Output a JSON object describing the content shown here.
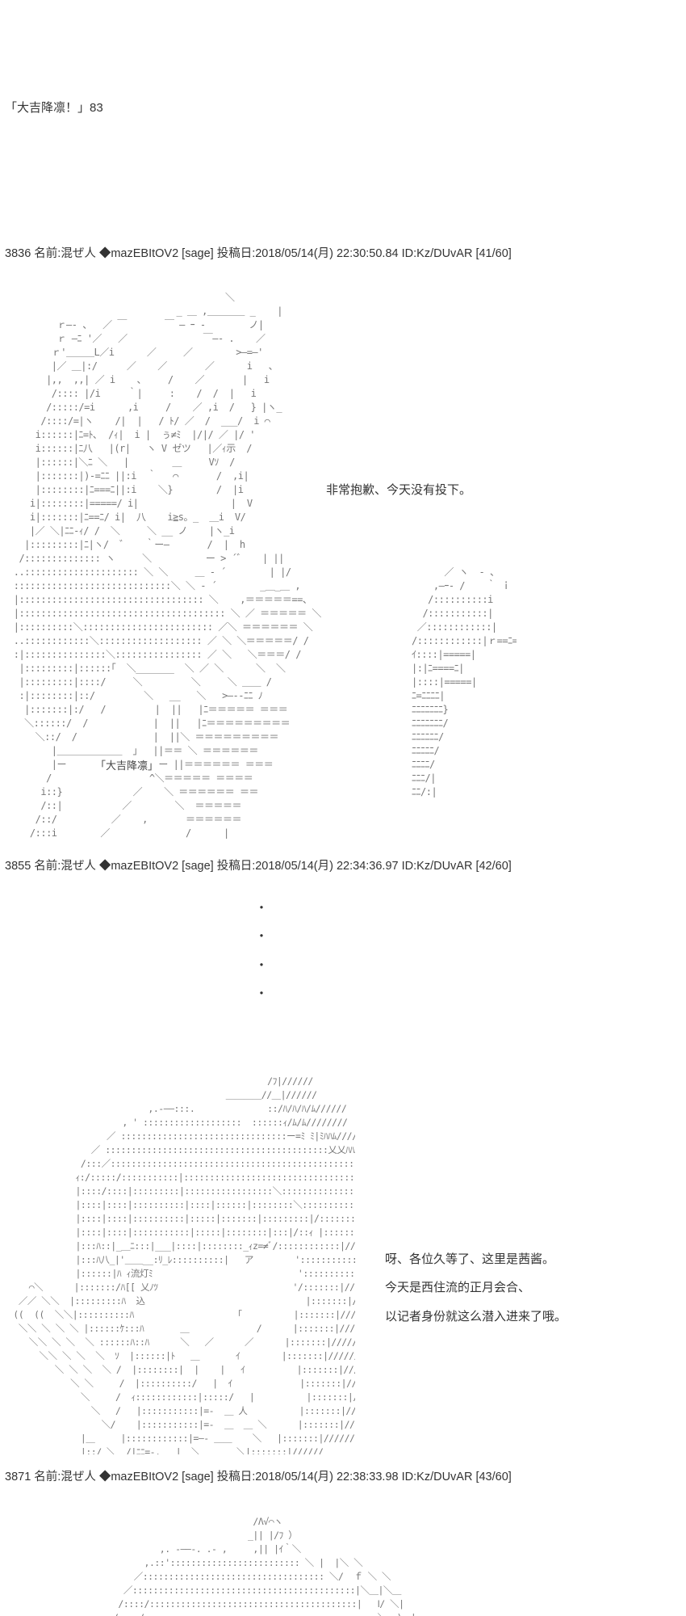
{
  "intro_line": "「大吉降凛！」83",
  "posts": [
    {
      "header": "3836 名前:混ぜ人 ◆mazEBItOV2 [sage] 投稿日:2018/05/14(月) 22:30:50.84 ID:Kz/DUvAR [41/60]",
      "speech": [
        "非常抱歉、今天没有投下。"
      ],
      "sign_label": "「大吉降凛」"
    },
    {
      "header": "3855 名前:混ぜ人 ◆mazEBItOV2 [sage] 投稿日:2018/05/14(月) 22:34:36.97 ID:Kz/DUvAR [42/60]",
      "dots": [
        "・",
        "・",
        "・",
        "・"
      ],
      "speech": [
        "呀、各位久等了、这里是茜酱。",
        "今天是西住流的正月会合、",
        "以记者身份就这么潜入进来了哦。"
      ],
      "caption_bits": [
        "ｨ流灯ﾐ",
        "乂乂",
        "込"
      ]
    },
    {
      "header": "3871 名前:混ぜ人 ◆mazEBItOV2 [sage] 投稿日:2018/05/14(月) 22:38:33.98 ID:Kz/DUvAR [43/60]"
    }
  ]
}
